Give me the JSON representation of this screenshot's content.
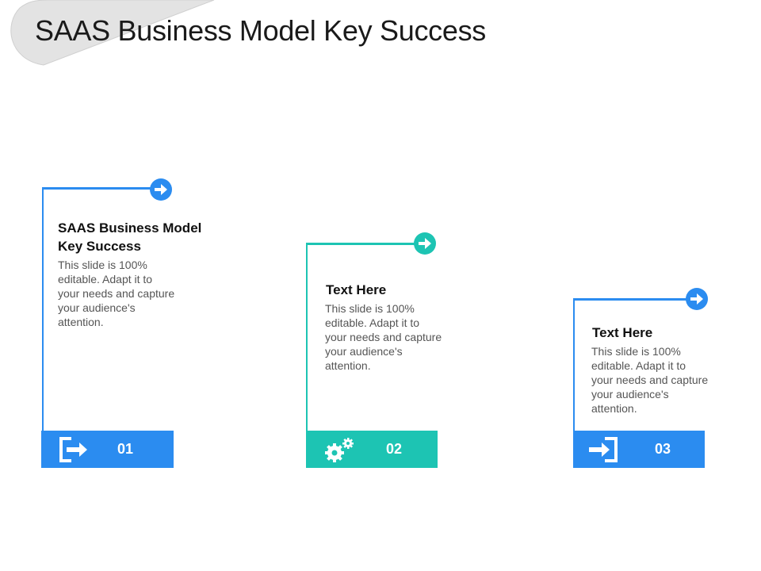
{
  "title": "SAAS Business Model Key Success",
  "colors": {
    "blue": "#2b8cf0",
    "teal": "#1dc4b3",
    "corner": "#e3e3e3"
  },
  "steps": [
    {
      "number": "01",
      "heading": "SAAS Business Model Key Success",
      "body": "This slide is 100% editable. Adapt it to your needs and capture your audience's attention.",
      "icon": "exit-door-icon",
      "color": "blue"
    },
    {
      "number": "02",
      "heading": "Text Here",
      "body": "This slide is 100% editable. Adapt it to your needs and capture your audience's attention.",
      "icon": "gears-icon",
      "color": "teal"
    },
    {
      "number": "03",
      "heading": "Text Here",
      "body": "This slide is 100% editable. Adapt it to your needs and capture your audience's attention.",
      "icon": "enter-door-icon",
      "color": "blue"
    }
  ]
}
